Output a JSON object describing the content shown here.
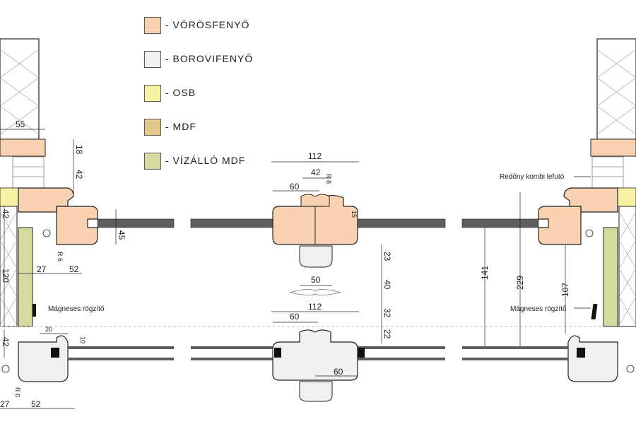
{
  "colors": {
    "vorosfenyo": "#F9D3B1",
    "borovifenyo": "#F0F0F0",
    "osb": "#F8F2A4",
    "mdf": "#E2C78E",
    "vizallo_mdf": "#D6DA9E",
    "glass": "#5E5E5E",
    "line": "#1A1A1A"
  },
  "legend": [
    {
      "label": "- VÖRÖSFENYŐ",
      "color": "#F9D3B1"
    },
    {
      "label": "- BOROVIFENYŐ",
      "color": "#F0F0F0"
    },
    {
      "label": "- OSB",
      "color": "#F8F2A4"
    },
    {
      "label": "- MDF",
      "color": "#E2C78E"
    },
    {
      "label": "- VÍZÁLLÓ MDF",
      "color": "#D6DA9E"
    }
  ],
  "notes": {
    "magnetic_left": "Mágneses rögzítő",
    "magnetic_right": "Mágneses rögzítő",
    "shutter": "Redőny kombi lefutó"
  },
  "dims": {
    "d55": "55",
    "d18": "18",
    "d42a": "42",
    "d42b": "42",
    "d42c": "42",
    "d45": "45",
    "r6a": "R 6",
    "r6b": "R 6",
    "d120": "120",
    "d27a": "27",
    "d52a": "52",
    "d20": "20",
    "d10": "10",
    "d27b": "27",
    "d52b": "52",
    "d112a": "112",
    "d42m": "42",
    "r8": "R 8",
    "d60a": "60",
    "d15": "15",
    "d23": "23",
    "d40": "40",
    "d50": "50",
    "d112b": "112",
    "d60b": "60",
    "d32": "32",
    "d22": "22",
    "d60c": "60",
    "d141": "141",
    "d229": "229",
    "d107": "107"
  }
}
